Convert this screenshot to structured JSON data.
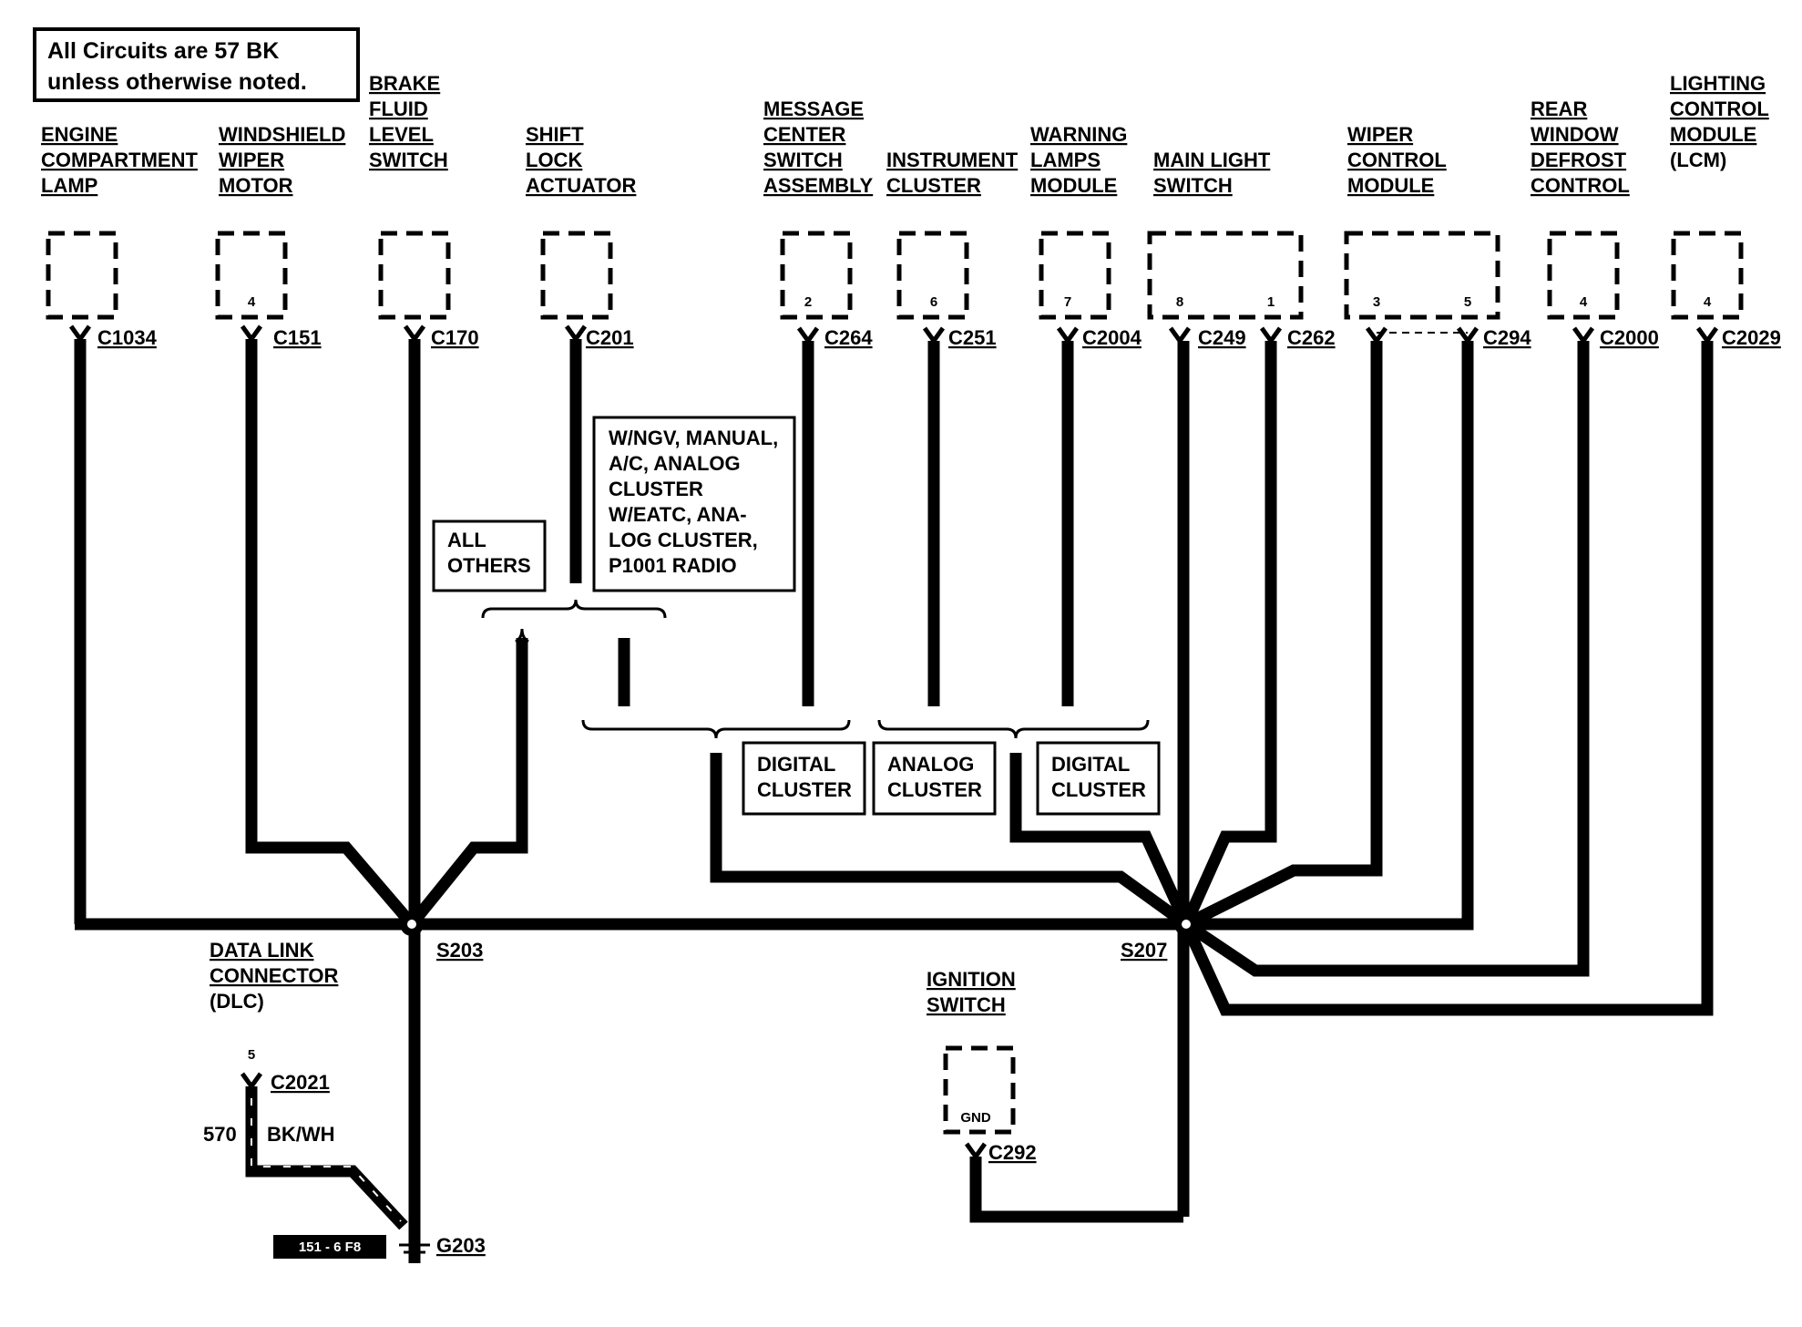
{
  "note": [
    "All Circuits are 57 BK",
    "unless otherwise noted."
  ],
  "components": {
    "engine_lamp": [
      "ENGINE",
      "COMPARTMENT",
      "LAMP"
    ],
    "wiper_motor": [
      "WINDSHIELD",
      "WIPER",
      "MOTOR"
    ],
    "brake_switch": [
      "BRAKE",
      "FLUID",
      "LEVEL",
      "SWITCH"
    ],
    "shift_lock": [
      "SHIFT",
      "LOCK",
      "ACTUATOR"
    ],
    "message_center": [
      "MESSAGE",
      "CENTER",
      "SWITCH",
      "ASSEMBLY"
    ],
    "instrument_cluster": [
      "INSTRUMENT",
      "CLUSTER"
    ],
    "warning_lamps": [
      "WARNING",
      "LAMPS",
      "MODULE"
    ],
    "main_light": [
      "MAIN LIGHT",
      "SWITCH"
    ],
    "wiper_control": [
      "WIPER",
      "CONTROL",
      "MODULE"
    ],
    "rear_defrost": [
      "REAR",
      "WINDOW",
      "DEFROST",
      "CONTROL"
    ],
    "lcm": [
      "LIGHTING",
      "CONTROL",
      "MODULE",
      "(LCM)"
    ],
    "dlc": [
      "DATA LINK",
      "CONNECTOR",
      "(DLC)"
    ],
    "ignition": [
      "IGNITION",
      "SWITCH"
    ]
  },
  "connectors": {
    "c1034": "C1034",
    "c151": "C151",
    "c170": "C170",
    "c201": "C201",
    "c264": "C264",
    "c251": "C251",
    "c2004": "C2004",
    "c249": "C249",
    "c262": "C262",
    "c294": "C294",
    "c2000": "C2000",
    "c2029": "C2029",
    "c2021": "C2021",
    "c292": "C292"
  },
  "pins": {
    "c151": "4",
    "c264": "2",
    "c251": "6",
    "c2004": "7",
    "c249": "8",
    "c262": "1",
    "c294_a": "3",
    "c294_b": "5",
    "c2000": "4",
    "c2029": "4",
    "c2021": "5",
    "c292": "GND"
  },
  "splices": {
    "s203": "S203",
    "s207": "S207"
  },
  "ground": "G203",
  "options": {
    "all_others": [
      "ALL",
      "OTHERS"
    ],
    "wngv": [
      "W/NGV, MANUAL,",
      "A/C, ANALOG",
      "CLUSTER",
      "W/EATC, ANA-",
      "LOG CLUSTER,",
      "P1001 RADIO"
    ],
    "digital_1": [
      "DIGITAL",
      "CLUSTER"
    ],
    "analog": [
      "ANALOG",
      "CLUSTER"
    ],
    "digital_2": [
      "DIGITAL",
      "CLUSTER"
    ]
  },
  "dlc_circuit": {
    "number": "570",
    "color": "BK/WH"
  },
  "figure_id": "151 - 6 F8"
}
